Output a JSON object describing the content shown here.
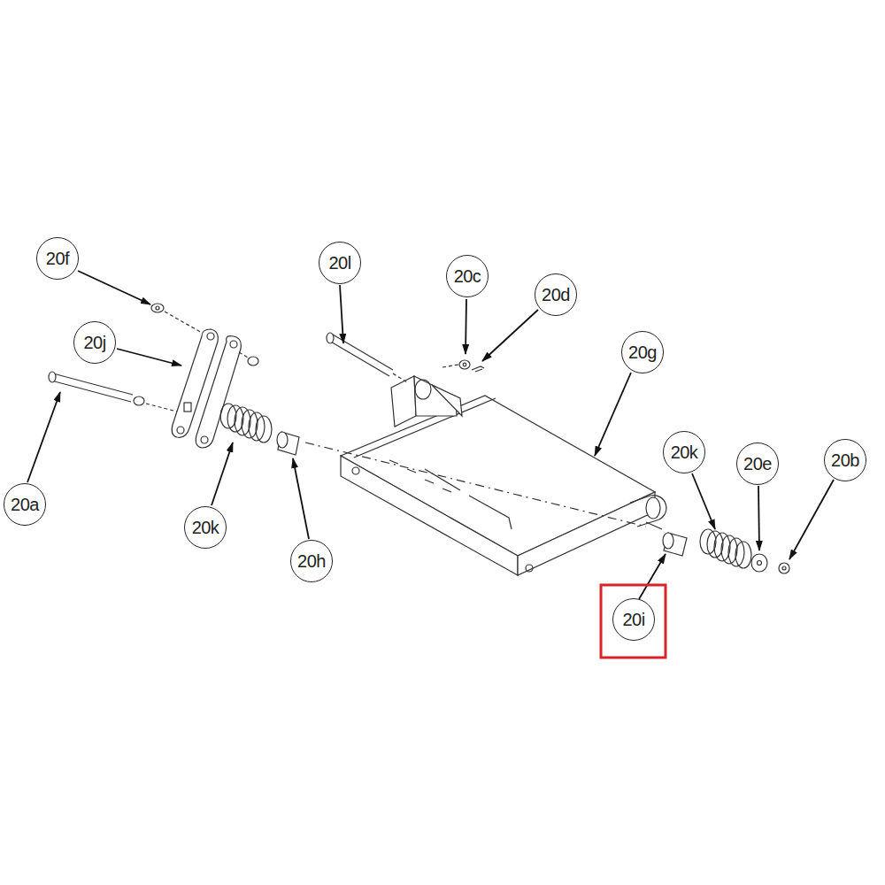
{
  "diagram": {
    "nodes": [
      {
        "text": [
          "20f"
        ]
      },
      {
        "text": [
          "20l"
        ]
      },
      {
        "text": [
          "20c"
        ]
      },
      {
        "text": [
          "20d"
        ]
      },
      {
        "text": [
          "20j"
        ]
      },
      {
        "text": [
          "20g"
        ]
      },
      {
        "text": [
          "20k"
        ]
      },
      {
        "text": [
          "20e"
        ]
      },
      {
        "text": [
          "20b"
        ]
      },
      {
        "text": [
          "20a"
        ]
      },
      {
        "text": [
          "20k"
        ]
      },
      {
        "text": [
          "20h"
        ]
      },
      {
        "text": [
          "20i"
        ]
      }
    ]
  }
}
